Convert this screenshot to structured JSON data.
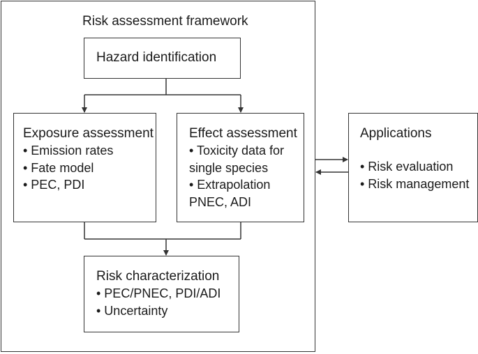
{
  "framework": {
    "title": "Risk assessment framework"
  },
  "hazard": {
    "title": "Hazard identification"
  },
  "exposure": {
    "title": "Exposure assessment",
    "items": [
      "• Emission rates",
      "• Fate model",
      "• PEC, PDI"
    ]
  },
  "effect": {
    "title": "Effect assessment",
    "items": [
      [
        "• Toxicity data for",
        "single species"
      ],
      [
        "• Extrapolation",
        "PNEC, ADI"
      ]
    ]
  },
  "applications": {
    "title": "Applications",
    "items": [
      "• Risk evaluation",
      "• Risk management"
    ]
  },
  "risk_characterization": {
    "title": "Risk characterization",
    "items": [
      "• PEC/PNEC, PDI/ADI",
      "• Uncertainty"
    ]
  },
  "colors": {
    "line": "#333333",
    "text": "#1a1a1a"
  }
}
